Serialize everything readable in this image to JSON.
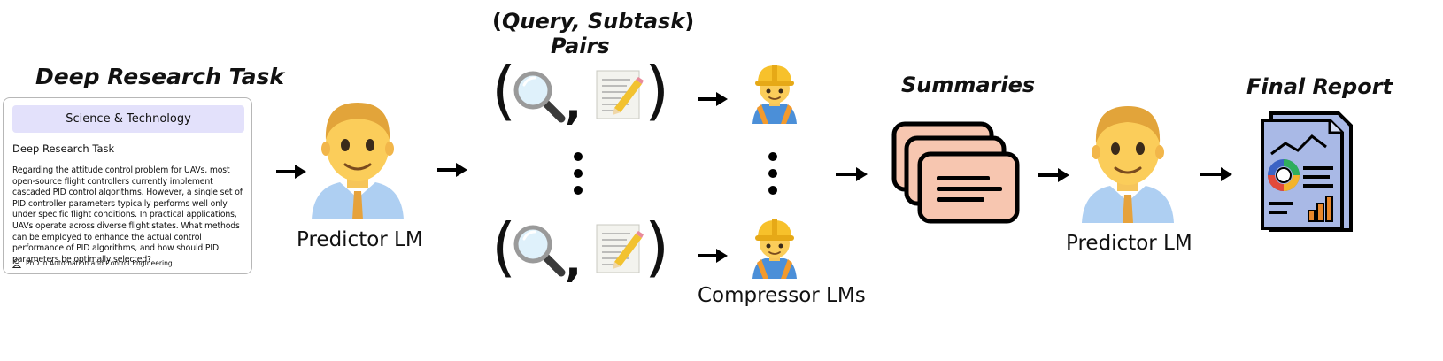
{
  "titles": {
    "deep_research_task": "Deep Research Task",
    "query_subtask_line1_open": "(",
    "query_subtask_line1_query": "Query, Subtask",
    "query_subtask_line1_close": ")",
    "query_subtask_line2": "Pairs",
    "summaries": "Summaries",
    "final_report": "Final Report"
  },
  "labels": {
    "predictor_lm_left": "Predictor LM",
    "predictor_lm_right": "Predictor LM",
    "compressor_lms": "Compressor LMs"
  },
  "task_card": {
    "category": "Science & Technology",
    "heading": "Deep Research Task",
    "body": "Regarding the attitude control problem for UAVs, most open-source flight controllers currently implement cascaded PID control algorithms. However, a single set of PID controller parameters typically performs well only under specific flight conditions. In practical applications, UAVs operate across diverse flight states. What methods can be employed to enhance the actual control performance of PID algorithms, and how should PID parameters be optimally selected?",
    "author": "PhD in Automation and Control Engineering"
  },
  "icons": {
    "predictor": "man-icon",
    "compressor": "construction-worker-icon",
    "query": "magnifying-glass-icon",
    "subtask": "memo-icon",
    "summaries": "stacked-cards-icon",
    "report": "report-document-icon"
  },
  "colors": {
    "card_category_bg": "#e3e1fb",
    "summary_card_fill": "#f7c6b0",
    "report_fill": "#a9b9e6"
  }
}
